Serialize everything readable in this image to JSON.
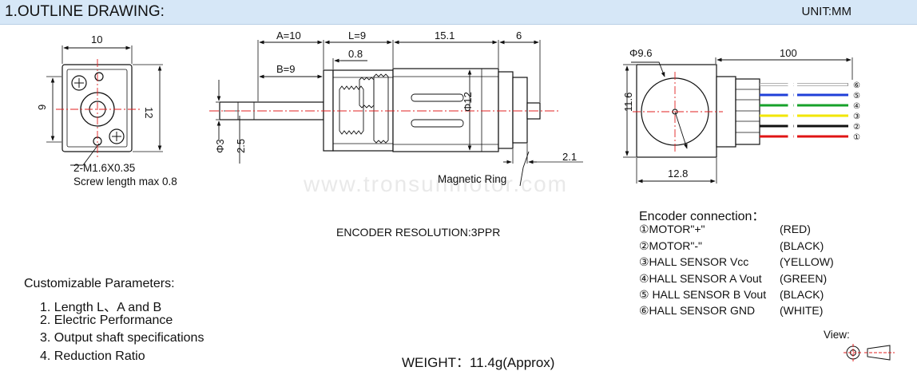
{
  "header": {
    "title": "1.OUTLINE DRAWING:",
    "unit": "UNIT:MM"
  },
  "watermark": "www.tronsunmotor.com",
  "front_view": {
    "dim_width": "10",
    "dim_height_left": "9",
    "dim_height_right": "12",
    "screw_label": "2-M1.6X0.35",
    "screw_note": "Screw length max 0.8"
  },
  "side_view": {
    "dim_a": "A=10",
    "dim_l": "L=9",
    "dim_body": "15.1",
    "dim_tail": "6",
    "dim_08": "0.8",
    "dim_b": "B=9",
    "dim_phi12": "Φ12",
    "dim_phi3": "Φ3",
    "dim_25": "2.5",
    "dim_21": "2.1",
    "magnetic_ring": "Magnetic Ring"
  },
  "end_view": {
    "dim_phi96": "Φ9.6",
    "dim_100": "100",
    "dim_116": "11.6",
    "dim_128": "12.8",
    "wire_numbers": [
      "⑥",
      "⑤",
      "④",
      "③",
      "②",
      "①"
    ]
  },
  "encoder_resolution": "ENCODER RESOLUTION:3PPR",
  "weight": "WEIGHT：11.4g(Approx)",
  "customizable": {
    "title": "Customizable Parameters:",
    "items": [
      "1. Length  L、A and B",
      "2. Electric Performance",
      "3. Output shaft specifications",
      "4. Reduction Ratio"
    ]
  },
  "encoder_connection": {
    "title": "Encoder connection：",
    "rows": [
      {
        "pin": "①MOTOR\"+\"",
        "color": "(RED)"
      },
      {
        "pin": "②MOTOR\"-\"",
        "color": "(BLACK)"
      },
      {
        "pin": "③HALL SENSOR Vcc",
        "color": "(YELLOW)"
      },
      {
        "pin": "④HALL SENSOR A Vout",
        "color": "(GREEN)"
      },
      {
        "pin": "⑤ HALL SENSOR B Vout",
        "color": "(BLACK)"
      },
      {
        "pin": "⑥HALL SENSOR GND",
        "color": "(WHITE)"
      }
    ]
  },
  "view_label": "View:",
  "colors": {
    "header_bg": "#d6e7f7",
    "center_line": "#e02020",
    "wire_white": "#ffffff",
    "wire_black": "#111111",
    "wire_yellow": "#f2e600",
    "wire_green": "#16a12a",
    "wire_blue": "#1f3fd8",
    "wire_red": "#e01515"
  }
}
